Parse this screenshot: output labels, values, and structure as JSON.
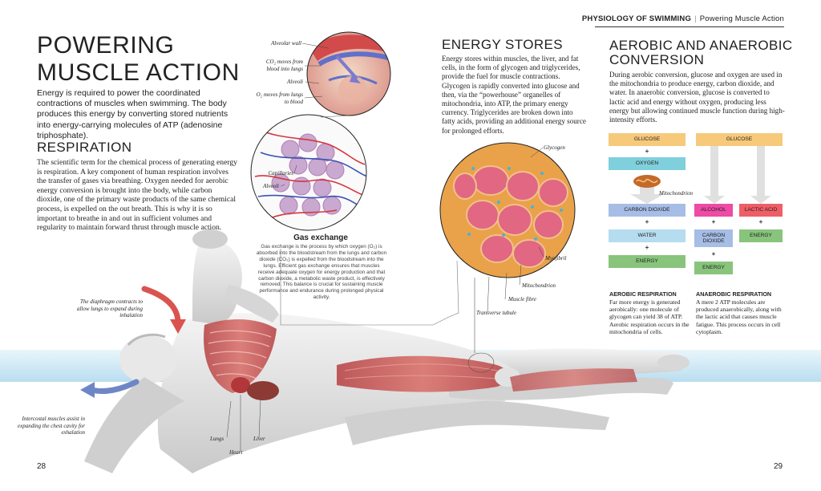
{
  "header": {
    "section": "PHYSIOLOGY OF SWIMMING",
    "separator": "|",
    "topic": "Powering Muscle Action"
  },
  "left_page": {
    "title_line1": "POWERING",
    "title_line2": "MUSCLE ACTION",
    "intro": "Energy is required to power the coordinated contractions of muscles when swimming. The body produces this energy by converting stored nutrients into energy-carrying molecules of ATP (adenosine triphosphate).",
    "respiration_heading": "RESPIRATION",
    "respiration_text": "The scientific term for the chemical process of generating energy is respiration. A key component of human respiration involves the transfer of gases via breathing. Oxygen needed for aerobic energy conversion is brought into the body, while carbon dioxide, one of the primary waste products of the same chemical process, is expelled on the out breath. This is why it is so important to breathe in and out in sufficient volumes and regularity to maintain forward thrust through muscle action.",
    "page_number": "28"
  },
  "gas_exchange": {
    "caption_title": "Gas exchange",
    "caption_text": "Gas exchange is the process by which oxygen (O₂) is absorbed into the bloodstream from the lungs and carbon dioxide (CO₂) is expelled from the bloodstream into the lungs. Efficient gas exchange ensures that muscles receive adequate oxygen for energy production and that carbon dioxide, a metabolic waste product, is effectively removed. This balance is crucial for sustaining muscle performance and endurance during prolonged physical activity.",
    "labels": {
      "alveolar_wall": "Alveolar wall",
      "co2_moves": "CO₂ moves from blood into lungs",
      "alveoli_top": "Alveoli",
      "o2_moves": "O₂ moves from lungs to blood",
      "capillaries": "Capillaries",
      "alveoli_bottom": "Alveoli"
    }
  },
  "body_labels": {
    "diaphragm": "The diaphragm contracts to allow lungs to expand during inhalation",
    "intercostal": "Intercostal muscles assist in expanding the chest cavity for exhalation",
    "lungs": "Lungs",
    "liver": "Liver",
    "heart": "Heart"
  },
  "energy_stores": {
    "heading": "ENERGY STORES",
    "text": "Energy stores within muscles, the liver, and fat cells, in the form of glycogen and triglycerides, provide the fuel for muscle contractions. Glycogen is rapidly converted into glucose and then, via the “powerhouse” organelles of mitochondria, into ATP, the primary energy currency. Triglycerides are broken down into fatty acids, providing an additional energy source for prolonged efforts.",
    "labels": {
      "glycogen": "Glycogen",
      "myofibril": "Myofibril",
      "mitochondrion": "Mitochondrion",
      "muscle_fibre": "Muscle fibre",
      "transverse_tubule": "Transverse tubule"
    }
  },
  "conversion": {
    "heading_line1": "AEROBIC AND ANAEROBIC",
    "heading_line2": "CONVERSION",
    "text": "During aerobic conversion, glucose and oxygen are used in the mitochondria to produce energy, carbon dioxide, and water. In anaerobic conversion, glucose is converted to lactic acid and energy without oxygen, producing less energy but allowing continued muscle function during high-intensity efforts.",
    "aerobic_flow": {
      "glucose": "GLUCOSE",
      "oxygen": "OXYGEN",
      "mitochondrion": "Mitochondrion",
      "carbon_dioxide": "CARBON DIOXIDE",
      "water": "WATER",
      "energy": "ENERGY"
    },
    "anaerobic_flow": {
      "glucose": "GLUCOSE",
      "alcohol": "ALCOHOL",
      "lactic_acid": "LACTIC ACID",
      "carbon_dioxide": "CARBON DIOXIDE",
      "energy_right": "ENERGY",
      "energy_bottom": "ENERGY"
    },
    "plus": "+",
    "aerobic_heading": "AEROBIC RESPIRATION",
    "aerobic_text": "Far more energy is generated aerobically: one molecule of glycogen can yield 38 of ATP. Aerobic respiration occurs in the mitochondria of cells.",
    "anaerobic_heading": "ANAEROBIC RESPIRATION",
    "anaerobic_text": "A mere 2 ATP molecules are produced anaerobically, along with the lactic acid that causes muscle fatigue. This process occurs in cell cytoplasm.",
    "page_number": "29"
  },
  "colors": {
    "glucose": "#f7c97b",
    "oxygen": "#7fd0dc",
    "carbon_dioxide": "#a6bde5",
    "water": "#b6dcef",
    "energy": "#88c47c",
    "alcohol": "#ee4aa6",
    "lactic_acid": "#ef5e66",
    "arrow_red": "#d9544f",
    "arrow_blue": "#6f86c6",
    "water_surface": "#c6e6f4"
  }
}
